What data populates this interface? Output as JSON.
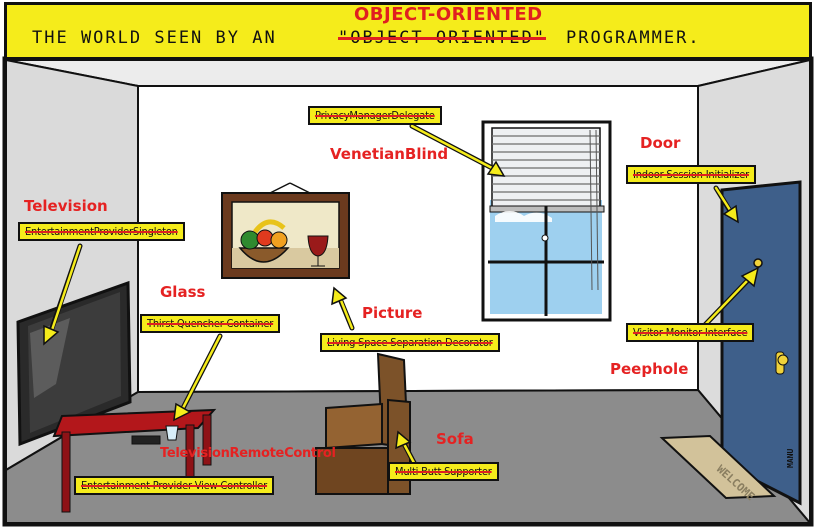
{
  "title": {
    "prefix": "THE WORLD SEEN BY AN",
    "struck": "\"OBJECT ORIENTED\"",
    "correction": "OBJECT-ORIENTED",
    "suffix": "PROGRAMMER."
  },
  "objects": {
    "television": {
      "class_name": "Television",
      "tag": "EntertainmentProviderSingleton"
    },
    "glass": {
      "class_name": "Glass",
      "tag": "Thirst Quencher Container"
    },
    "picture": {
      "class_name": "Picture",
      "tag": "Living Space Separation Decorator"
    },
    "blind": {
      "class_name": "VenetianBlind",
      "tag": "PrivacyManagerDelegate"
    },
    "door": {
      "class_name": "Door",
      "tag": "Indoor Session Initializer"
    },
    "peephole": {
      "class_name": "Peephole",
      "tag": "Visitor Monitor Interface"
    },
    "sofa": {
      "class_name": "Sofa",
      "tag": "Multi Butt Supporter"
    },
    "remote": {
      "class_name": "TelevisionRemoteControl",
      "tag": "Entertainment Provider View Controller"
    }
  },
  "doormat_text": "WELCOME",
  "signature": "MANU",
  "colors": {
    "banner_yellow": "#f5ec1b",
    "class_red": "#e52222",
    "wall_white": "#ffffff",
    "side_wall_gray": "#dadada",
    "floor_gray": "#8c8c8c",
    "door_blue": "#3e5f8a",
    "sofa_brown": "#7c5229",
    "table_red": "#b3171b",
    "frame_brown": "#6b3a1e",
    "sky_blue": "#9ed0ef",
    "outline": "#111111"
  }
}
